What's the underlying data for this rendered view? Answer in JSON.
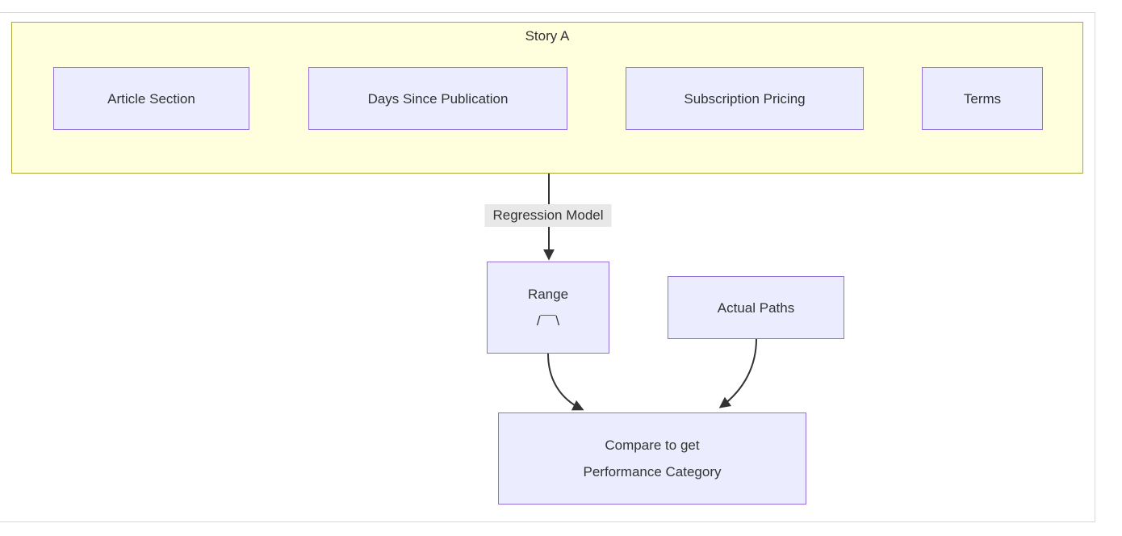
{
  "colors": {
    "background": "#ffffff",
    "panel-border": "#d9d9d9",
    "subgraph-fill": "#ffffde",
    "subgraph-border": "#aaaa33",
    "node-fill": "#ececff",
    "node-border": "#9370db",
    "edge-label-bg": "#e8e8e8",
    "arrow": "#333333",
    "text": "#333333"
  },
  "subgraph": {
    "label": "Story A"
  },
  "nodes": {
    "article": {
      "label": "Article Section"
    },
    "days": {
      "label": "Days Since Publication"
    },
    "subscription": {
      "label": "Subscription Pricing"
    },
    "terms": {
      "label": "Terms"
    },
    "range": {
      "line1": "Range",
      "line2": "/¯¯\\"
    },
    "actual": {
      "label": "Actual Paths"
    },
    "compare": {
      "line1": "Compare to get",
      "line2": "Performance Category"
    }
  },
  "edges": {
    "regression_label": "Regression Model"
  }
}
